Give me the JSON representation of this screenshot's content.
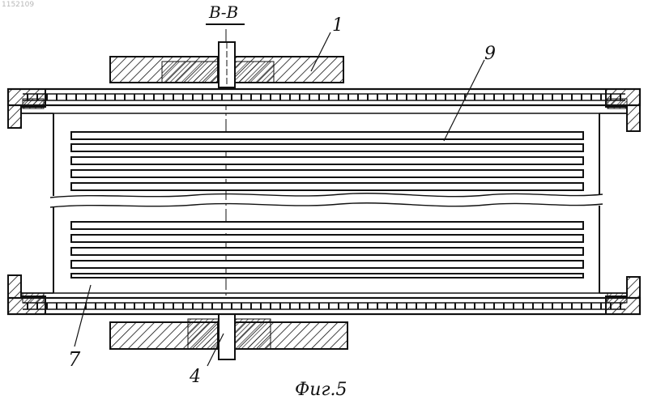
{
  "corner_mark": "1152109",
  "section_label": "В-В",
  "figure_caption": "Фиг.5",
  "callouts": {
    "label_1": "1",
    "label_9": "9",
    "label_7": "7",
    "label_4": "4"
  },
  "colors": {
    "ink": "#111111",
    "paper": "#ffffff",
    "faint": "#b8b8b8"
  }
}
